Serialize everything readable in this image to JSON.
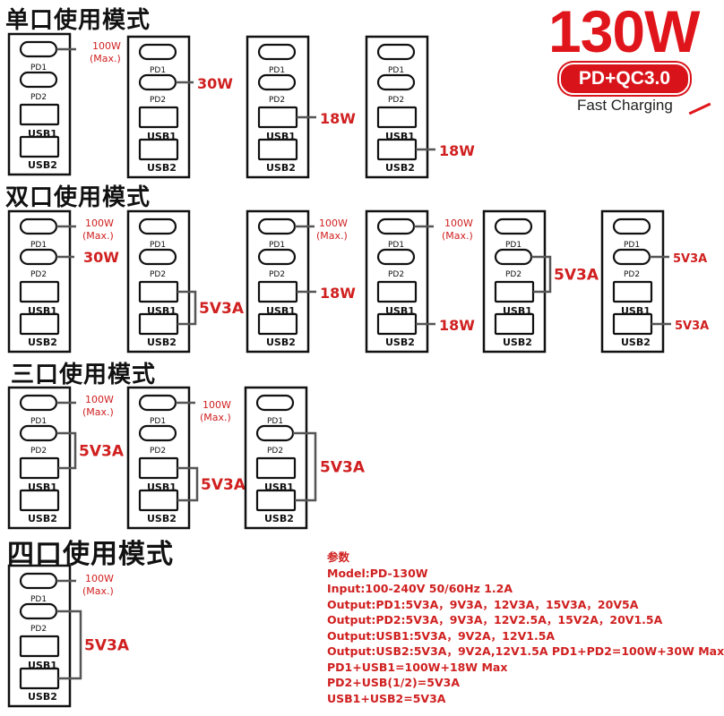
{
  "colors": {
    "accent": "#d02020",
    "port_line": "#555555",
    "frame": "#111111"
  },
  "sections": {
    "single": "单口使用模式",
    "dual": "双口使用模式",
    "triple": "三口使用模式",
    "quad": "四口使用模式"
  },
  "ports": {
    "pd1": "PD1",
    "pd2": "PD2",
    "usb1": "USB1",
    "usb2": "USB2"
  },
  "logo": {
    "wattage": "130W",
    "protocol": "PD+QC3.0",
    "tagline": "Fast Charging"
  },
  "labels": {
    "w100": "100W",
    "max": "(Max.)",
    "w30": "30W",
    "w18": "18W",
    "a5v3": "5V3A"
  },
  "specs": {
    "heading": "参数",
    "lines": [
      "Model:PD-130W",
      "Input:100-240V 50/60Hz 1.2A",
      "Output:PD1:5V3A，9V3A，12V3A，15V3A，20V5A",
      "Output:PD2:5V3A，9V3A，12V2.5A，15V2A，20V1.5A",
      "Output:USB1:5V3A，9V2A，12V1.5A",
      "Output:USB2:5V3A，9V2A,12V1.5A PD1+PD2=100W+30W Max",
      "PD1+USB1=100W+18W Max",
      "PD2+USB(1/2)=5V3A",
      "USB1+USB2=5V3A"
    ]
  }
}
